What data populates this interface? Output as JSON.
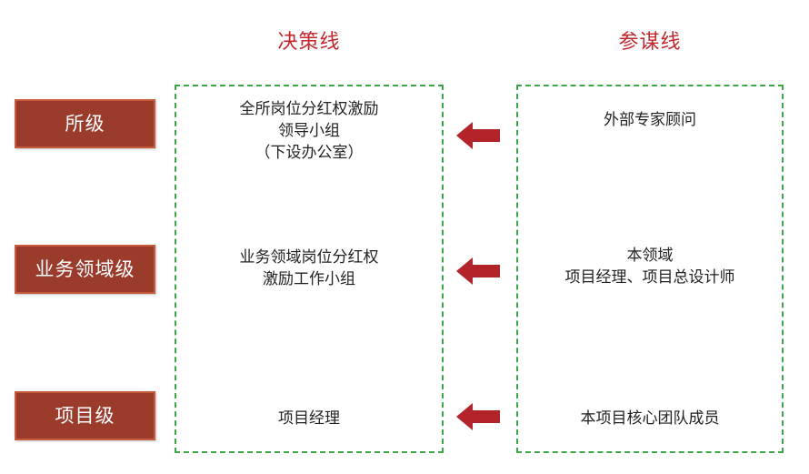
{
  "headers": {
    "decision_line": "决策线",
    "advisory_line": "参谋线"
  },
  "levels": [
    "所级",
    "业务领域级",
    "项目级"
  ],
  "decision_items": [
    {
      "lines": [
        "全所岗位分红权激励",
        "领导小组",
        "（下设办公室）"
      ]
    },
    {
      "lines": [
        "业务领域岗位分红权",
        "激励工作小组"
      ]
    },
    {
      "lines": [
        "项目经理"
      ]
    }
  ],
  "advisory_items": [
    {
      "lines": [
        "外部专家顾问"
      ]
    },
    {
      "lines": [
        "本领域",
        "项目经理、项目总设计师"
      ]
    },
    {
      "lines": [
        "本项目核心团队成员"
      ]
    }
  ],
  "colors": {
    "header_red": "#c0282d",
    "level_box": "#9b3b2c",
    "dashed_border": "#3ca84a",
    "arrow": "#b3232a"
  },
  "icons": {
    "arrow": "arrow-left-icon"
  }
}
